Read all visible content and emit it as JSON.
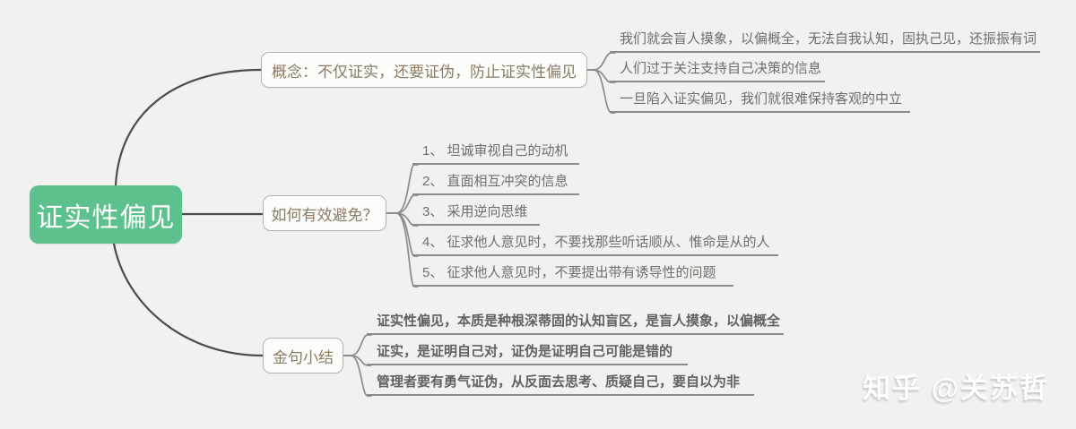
{
  "canvas": {
    "background_color": "#f1f1ef",
    "root_color": "#5cc18c",
    "line_color": "#4c4c4a",
    "underline_color": "#8d8b89",
    "box_text_color": "#8d7b64"
  },
  "root": {
    "label": "证实性偏见"
  },
  "branches": [
    {
      "label": "概念：不仅证实，还要证伪，防止证实性偏见",
      "children": [
        {
          "text": "我们就会盲人摸象，以偏概全，无法自我认知，固执己见，还振振有词"
        },
        {
          "text": "人们过于关注支持自己决策的信息"
        },
        {
          "text": "一旦陷入证实偏见，我们就很难保持客观的中立"
        }
      ]
    },
    {
      "label": "如何有效避免？",
      "children": [
        {
          "text": "1、 坦诚审视自己的动机"
        },
        {
          "text": "2、 直面相互冲突的信息"
        },
        {
          "text": "3、 采用逆向思维"
        },
        {
          "text": "4、 征求他人意见时，不要找那些听话顺从、惟命是从的人"
        },
        {
          "text": "5、 征求他人意见时，不要提出带有诱导性的问题"
        }
      ]
    },
    {
      "label": "金句小结",
      "children": [
        {
          "text": "证实性偏见，本质是种根深蒂固的认知盲区，是盲人摸象，以偏概全"
        },
        {
          "text": "证实，是证明自己对，证伪是证明自己可能是错的"
        },
        {
          "text": "管理者要有勇气证伪，从反面去思考、质疑自己，要自以为非"
        }
      ]
    }
  ],
  "watermark": {
    "text": "知乎 @关苏哲"
  }
}
